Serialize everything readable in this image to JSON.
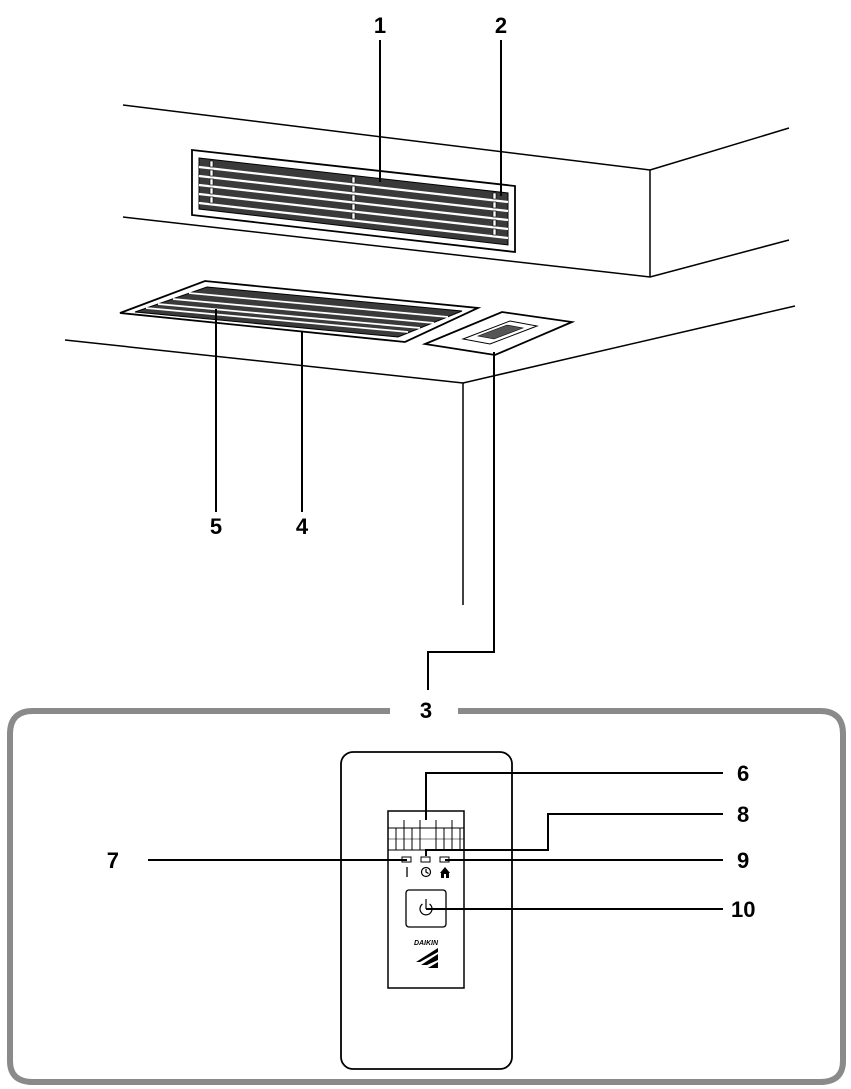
{
  "callouts": {
    "c1": "1",
    "c2": "2",
    "c3": "3",
    "c4": "4",
    "c5": "5",
    "c6": "6",
    "c7": "7",
    "c8": "8",
    "c9": "9",
    "c10": "10"
  },
  "panel": {
    "brand": "DAIKIN",
    "icons": [
      "power-indicator-icon",
      "timer-icon",
      "home-leave-icon",
      "power-icon"
    ]
  },
  "colors": {
    "line": "#000000",
    "frame": "#8a8a8a",
    "slot": "#3a3a3a",
    "background": "#ffffff"
  }
}
